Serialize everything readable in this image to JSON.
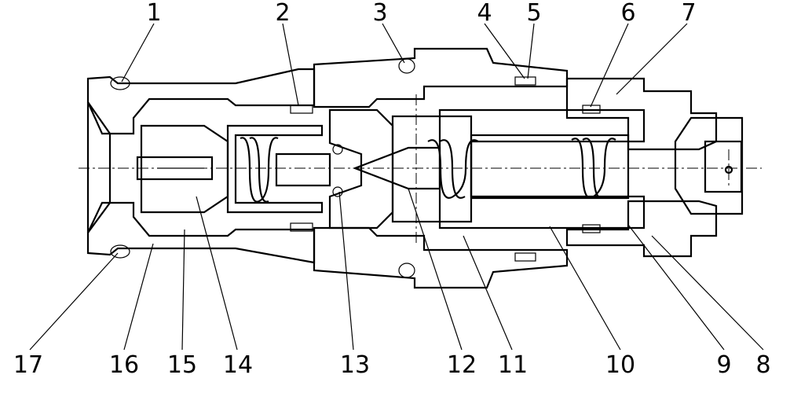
{
  "callouts": {
    "top": [
      "1",
      "2",
      "3",
      "4",
      "5",
      "6",
      "7"
    ],
    "bottom": [
      "17",
      "16",
      "15",
      "14",
      "13",
      "12",
      "11",
      "10",
      "9",
      "8"
    ]
  }
}
